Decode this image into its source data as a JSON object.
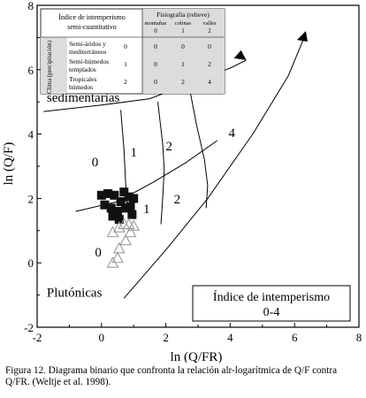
{
  "chart_data": {
    "type": "scatter",
    "title": "",
    "xlabel": "ln (Q/FR)",
    "ylabel": "ln (Q/F)",
    "xlim": [
      -2,
      8
    ],
    "ylim": [
      -2,
      8
    ],
    "xticks": [
      "-2",
      "0",
      "2",
      "4",
      "6",
      "8"
    ],
    "yticks": [
      "-2",
      "0",
      "2",
      "4",
      "6",
      "8"
    ],
    "series": [
      {
        "name": "",
        "marker": "filled-square",
        "points": [
          [
            0.0,
            2.1
          ],
          [
            0.2,
            2.15
          ],
          [
            0.4,
            2.1
          ],
          [
            0.7,
            2.2
          ],
          [
            0.85,
            2.05
          ],
          [
            1.0,
            2.0
          ],
          [
            0.1,
            1.8
          ],
          [
            0.3,
            1.7
          ],
          [
            0.5,
            1.6
          ],
          [
            0.75,
            1.7
          ],
          [
            0.9,
            1.75
          ],
          [
            0.35,
            1.45
          ],
          [
            0.55,
            1.35
          ],
          [
            0.95,
            1.5
          ],
          [
            0.6,
            1.9
          ]
        ]
      },
      {
        "name": "",
        "marker": "open-triangle",
        "points": [
          [
            0.55,
            1.1
          ],
          [
            0.7,
            1.2
          ],
          [
            0.85,
            1.2
          ],
          [
            1.0,
            1.15
          ],
          [
            0.35,
            0.95
          ],
          [
            0.9,
            0.95
          ],
          [
            0.75,
            0.7
          ],
          [
            0.55,
            0.45
          ],
          [
            0.5,
            0.15
          ],
          [
            0.35,
            0.0
          ]
        ]
      }
    ],
    "region_labels": {
      "metamorphic": "Metamórficas/\nsedimentarias",
      "plutonic": "Plutónicas",
      "zones": [
        "0",
        "1",
        "2",
        "1",
        "2",
        "4",
        "0"
      ]
    },
    "inset_table": {
      "title": "Índice de intemperismo semi-cuantitativo",
      "physiography_header": "Fisiografía (relieve)",
      "physiography_columns": [
        "montañas",
        "colinas",
        "valles"
      ],
      "physiography_values": [
        "0",
        "1",
        "2"
      ],
      "climate_header": "Clima (precipitación)",
      "rows": [
        {
          "label": "Semi-áridos y mediterráneos",
          "index": "0",
          "values": [
            "0",
            "0",
            "0"
          ]
        },
        {
          "label": "Semi-húmedos templados",
          "index": "1",
          "values": [
            "0",
            "1",
            "2"
          ]
        },
        {
          "label": "Tropicales húmedos",
          "index": "2",
          "values": [
            "0",
            "2",
            "4"
          ]
        }
      ]
    },
    "index_box": {
      "title": "Índice de intemperismo",
      "range": "0-4"
    },
    "colors": {
      "axes": "#000000",
      "markers_filled": "#111111",
      "markers_open": "#9a9a9a",
      "table_fill": "#dcdcdc"
    }
  },
  "caption": {
    "text": "Figura 12. Diagrama binario que confronta la relación alr-logarítmica de Q/F contra Q/FR. (Weltje et al. 1998)."
  }
}
